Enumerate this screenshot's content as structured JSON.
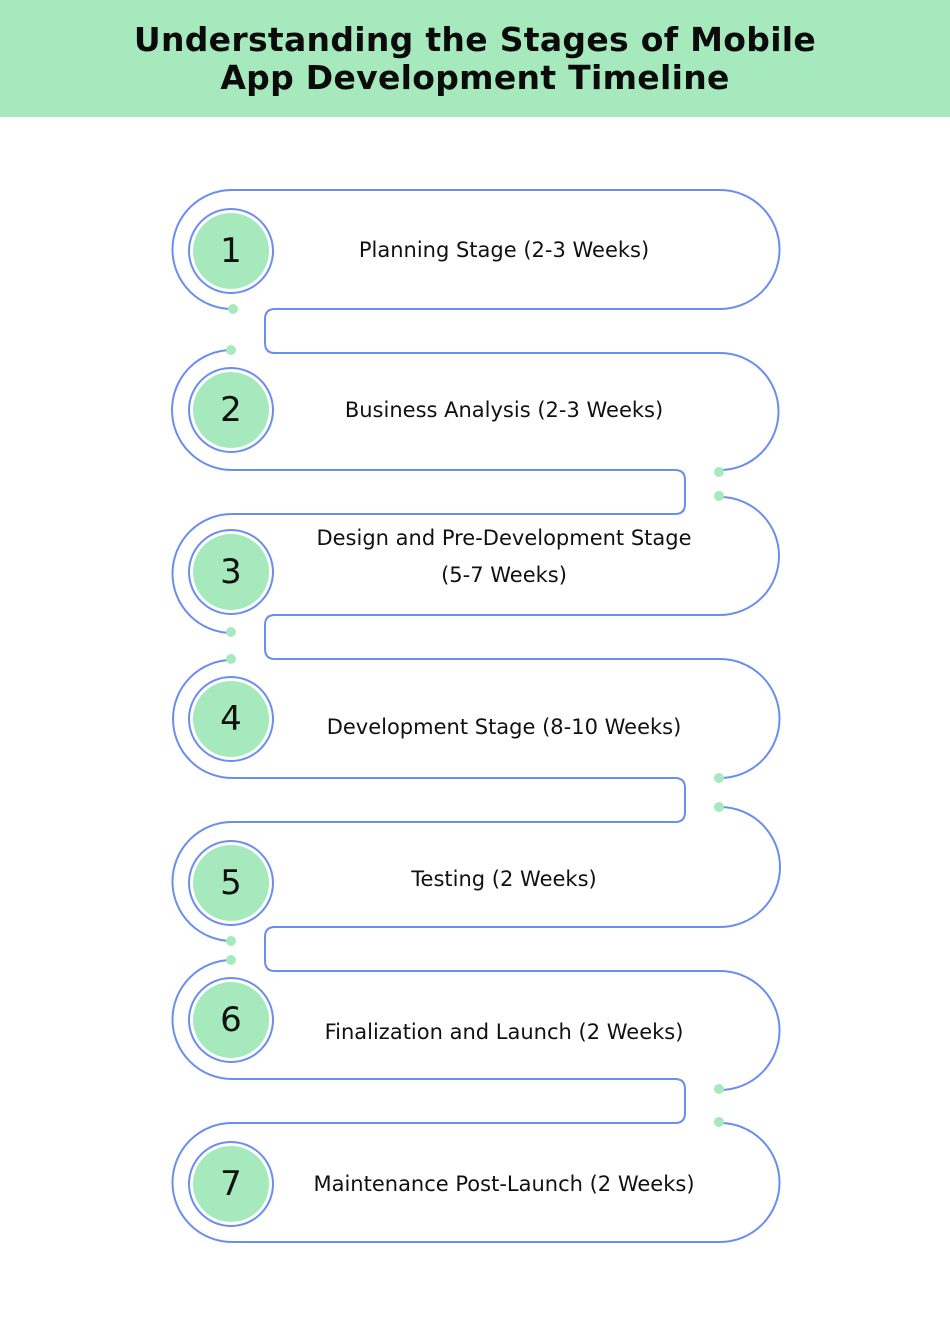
{
  "header": {
    "title_line1": "Understanding the Stages of Mobile",
    "title_line2": "App Development Timeline"
  },
  "colors": {
    "header_bg": "#a6e9bd",
    "line": "#6b8df0",
    "dot": "#a6e9bd",
    "badge": "#a6e9bd"
  },
  "stages": [
    {
      "number": "1",
      "label": "Planning Stage (2-3 Weeks)"
    },
    {
      "number": "2",
      "label": "Business Analysis (2-3 Weeks)"
    },
    {
      "number": "3",
      "label": "Design and Pre-Development Stage (5-7 Weeks)"
    },
    {
      "number": "4",
      "label": "Development Stage (8-10 Weeks)"
    },
    {
      "number": "5",
      "label": "Testing (2 Weeks)"
    },
    {
      "number": "6",
      "label": "Finalization and Launch (2 Weeks)"
    },
    {
      "number": "7",
      "label": "Maintenance Post-Launch (2 Weeks)"
    }
  ]
}
